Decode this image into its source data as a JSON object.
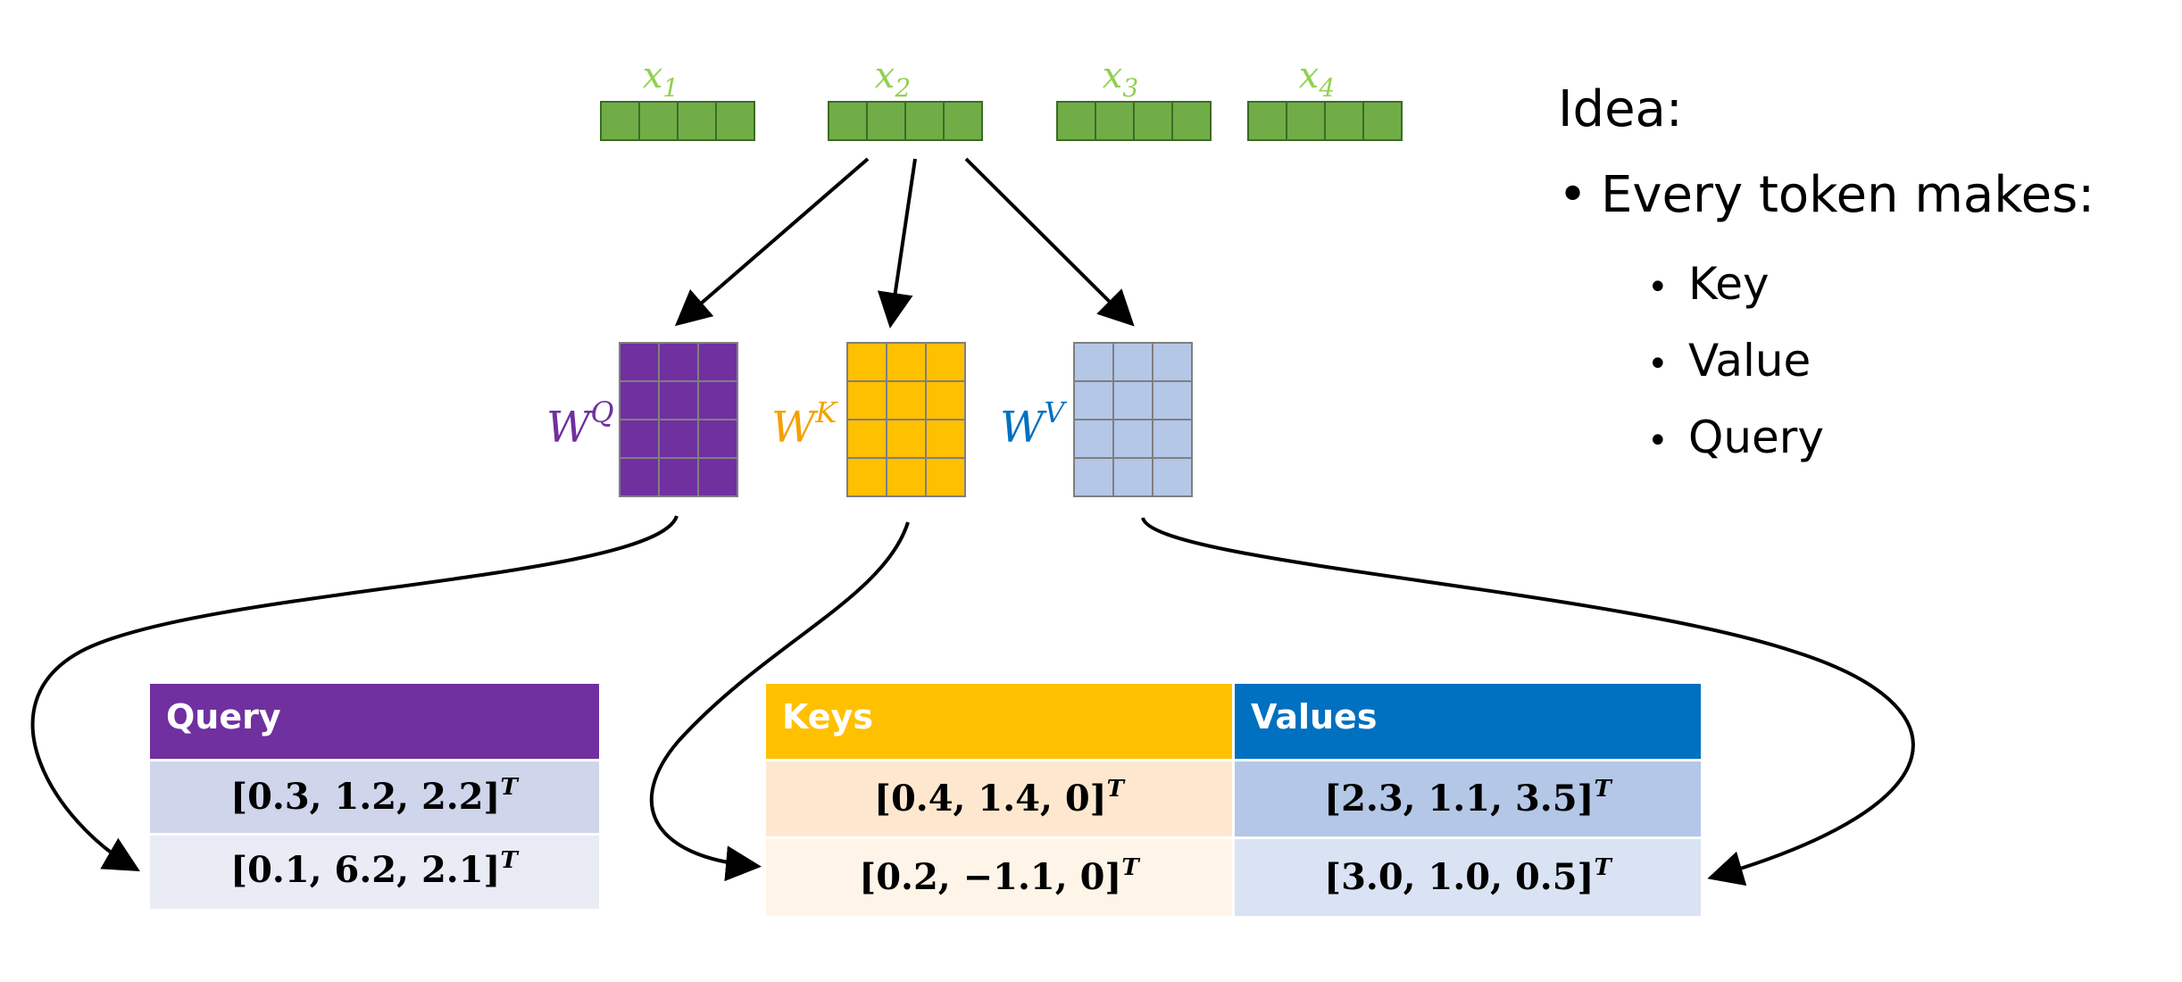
{
  "colors": {
    "token_green": "#70ad47",
    "token_label": "#92d050",
    "wq": "#7030a0",
    "wk": "#ffc000",
    "wv": "#b4c7e7",
    "wk_label": "#f4a100",
    "wv_label": "#0070c0",
    "query_header": "#7030a0",
    "query_row1": "#cfd5ea",
    "query_row2": "#e9ebf5",
    "keys_header": "#ffc000",
    "keys_row1": "#fde8cf",
    "keys_row2": "#fef4e8",
    "values_header": "#0070c0",
    "values_row1": "#b4c7e7",
    "values_row2": "#dae3f3"
  },
  "tokens": [
    {
      "base": "x",
      "sub": "1"
    },
    {
      "base": "x",
      "sub": "2"
    },
    {
      "base": "x",
      "sub": "3"
    },
    {
      "base": "x",
      "sub": "4"
    }
  ],
  "weights": [
    {
      "base": "W",
      "sup": "Q"
    },
    {
      "base": "W",
      "sup": "K"
    },
    {
      "base": "W",
      "sup": "V"
    }
  ],
  "tables": {
    "query": {
      "header": "Query",
      "rows": [
        "[0.3, 1.2, 2.2]",
        "[0.1, 6.2, 2.1]"
      ]
    },
    "keys": {
      "header": "Keys",
      "rows": [
        "[0.4, 1.4, 0]",
        "[0.2, −1.1, 0]"
      ]
    },
    "values": {
      "header": "Values",
      "rows": [
        "[2.3, 1.1, 3.5]",
        "[3.0, 1.0, 0.5]"
      ]
    },
    "transpose": "T"
  },
  "idea": {
    "title": "Idea:",
    "bullet": "Every token makes:",
    "items": [
      "Key",
      "Value",
      "Query"
    ]
  }
}
